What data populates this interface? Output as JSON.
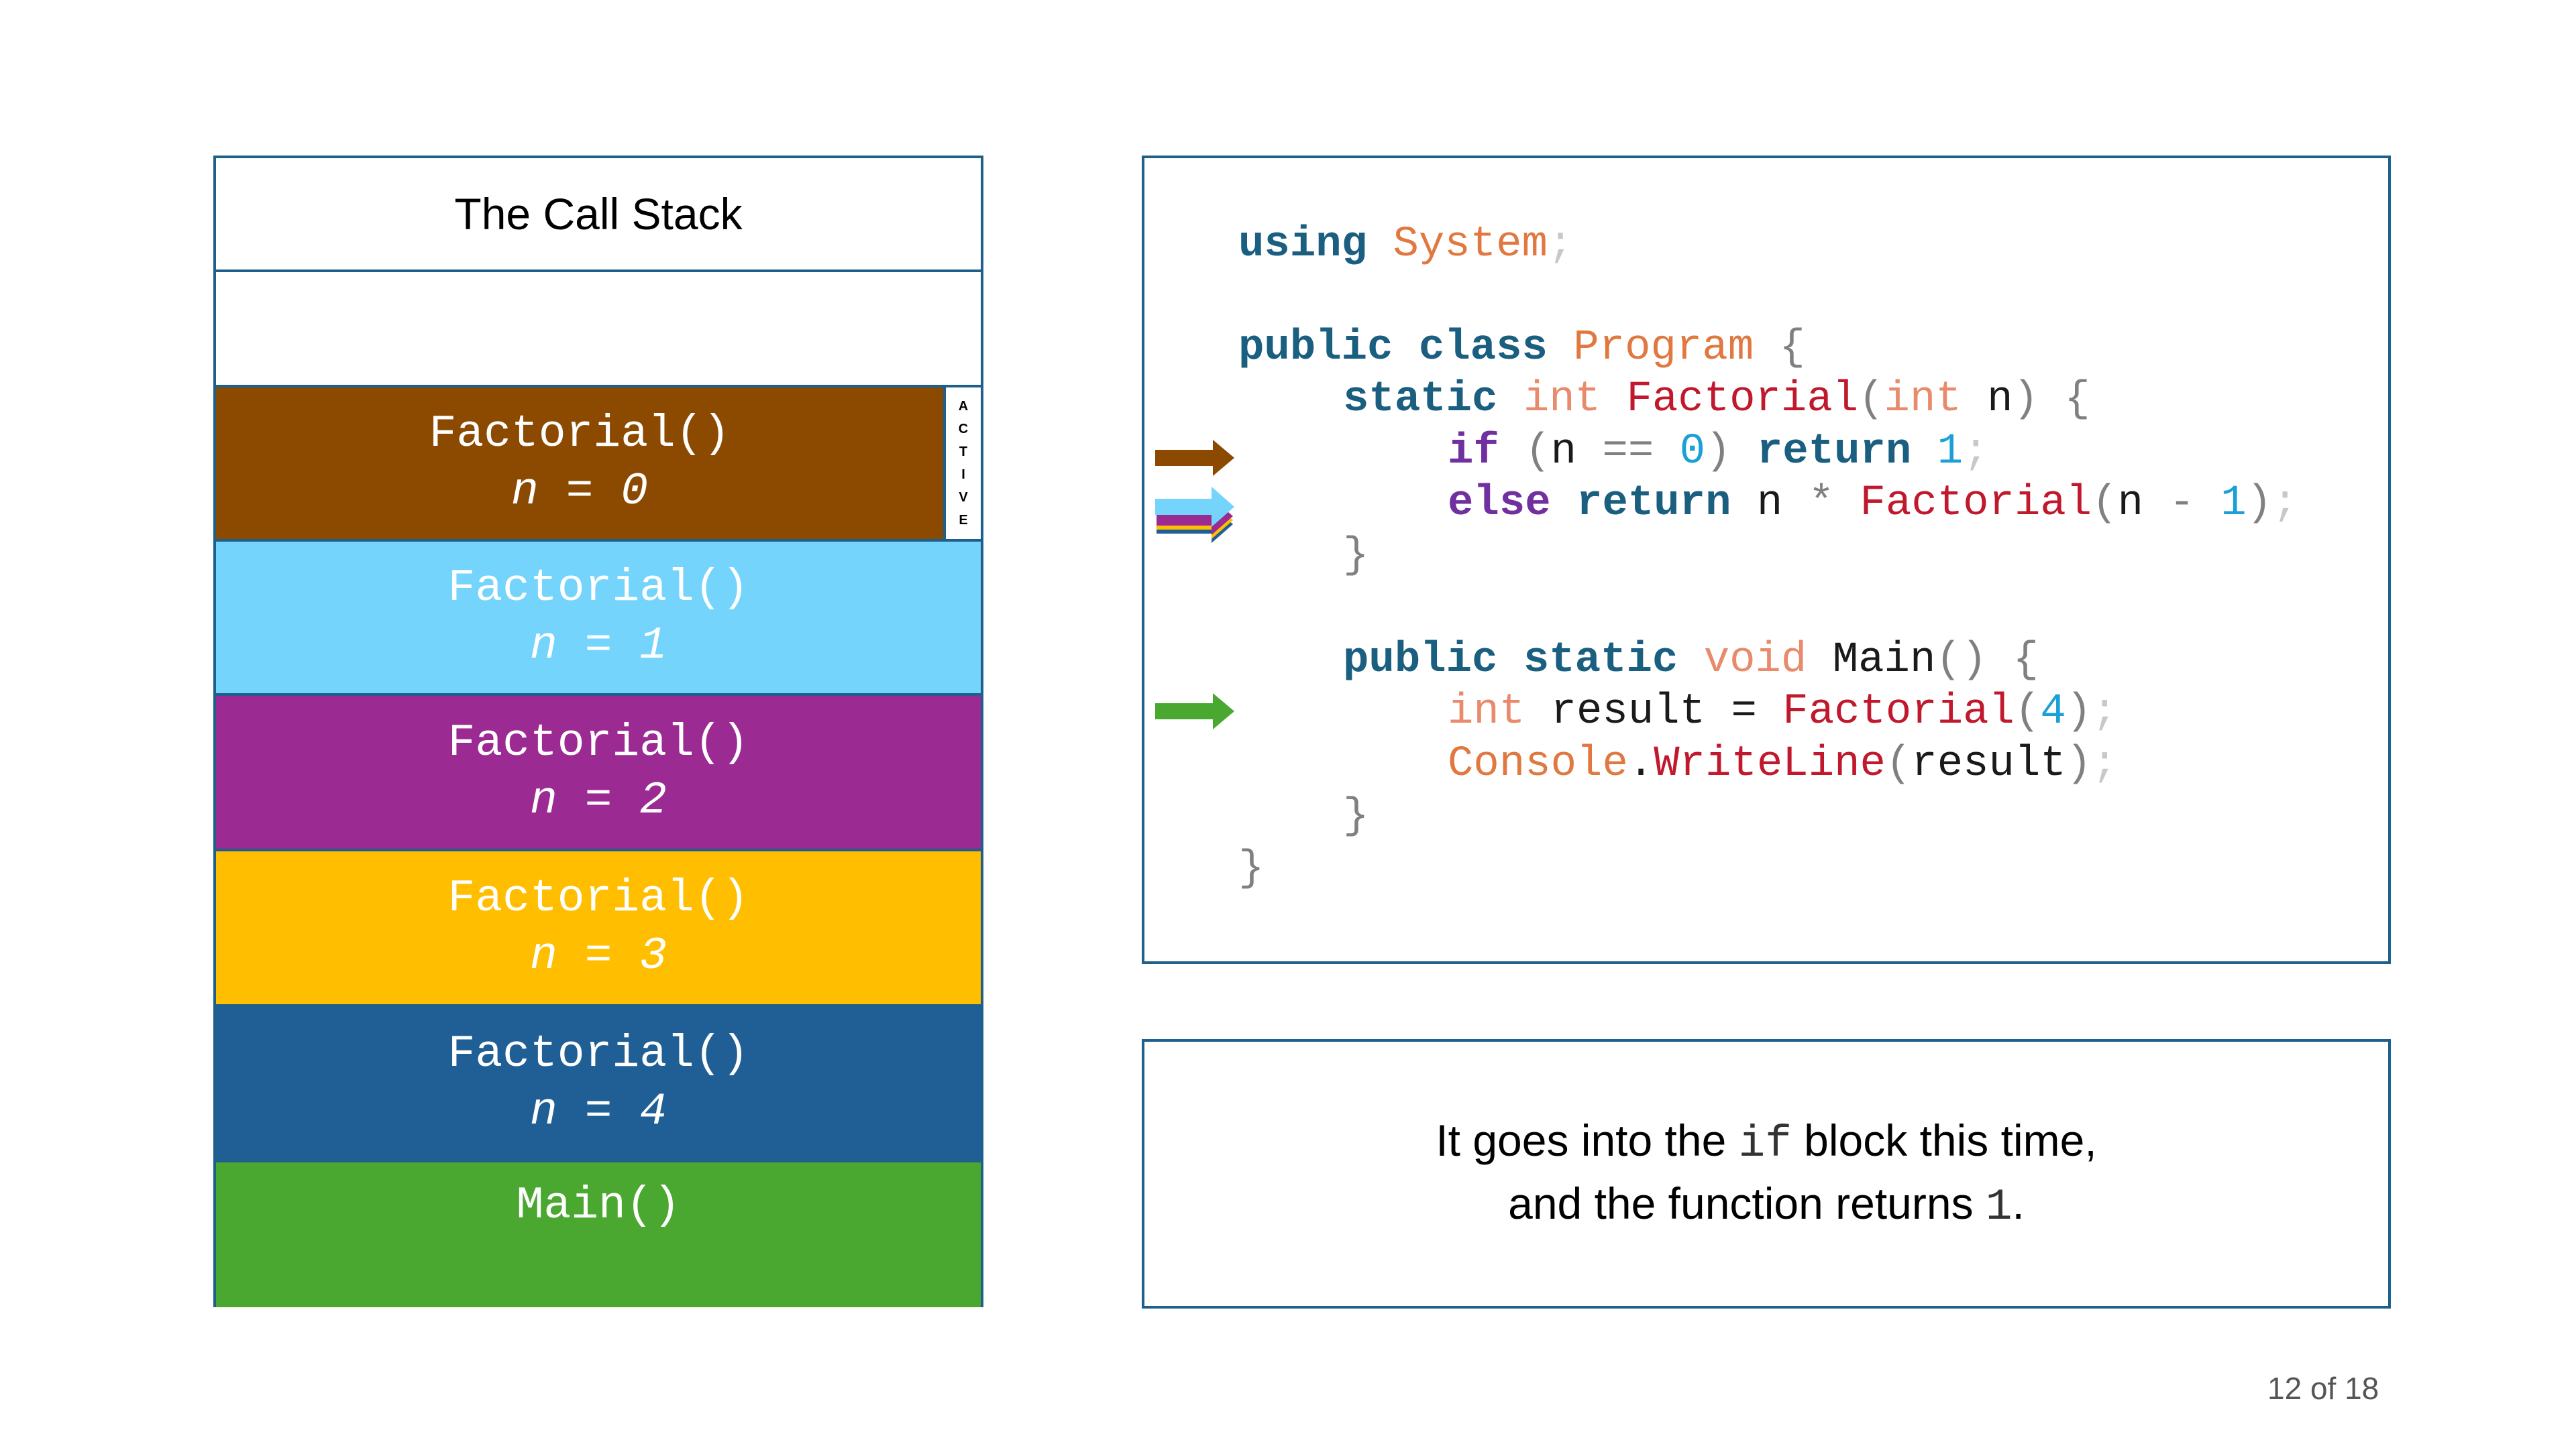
{
  "stack": {
    "title": "The Call Stack",
    "active_label": [
      "A",
      "C",
      "T",
      "I",
      "V",
      "E"
    ],
    "frames": [
      {
        "name": "Factorial()",
        "param": "n = 0",
        "color": "#8b4a00"
      },
      {
        "name": "Factorial()",
        "param": "n = 1",
        "color": "#74d4fc"
      },
      {
        "name": "Factorial()",
        "param": "n = 2",
        "color": "#9b2a93"
      },
      {
        "name": "Factorial()",
        "param": "n = 3",
        "color": "#ffbe00"
      },
      {
        "name": "Factorial()",
        "param": "n = 4",
        "color": "#1f5f96"
      },
      {
        "name": "Main()",
        "param": "",
        "color": "#4aa830"
      }
    ]
  },
  "code": {
    "using_kw": "using",
    "using_ns": "System",
    "semi": ";",
    "public": "public",
    "class": "class",
    "program": "Program",
    "static": "static",
    "int": "int",
    "factorial": "Factorial",
    "n": "n",
    "if": "if",
    "eq": "==",
    "zero": "0",
    "return": "return",
    "one": "1",
    "else": "else",
    "star": "*",
    "minus": "-",
    "void": "void",
    "main": "Main",
    "result": "result",
    "assign": "=",
    "four": "4",
    "console": "Console",
    "writeline": "WriteLine",
    "open_brace": "{",
    "close_brace": "}",
    "parens": "()"
  },
  "arrows": {
    "current_color": "#8b4a00",
    "stack_colors": [
      "#74d4fc",
      "#9b2a93",
      "#ffbe00",
      "#1f5f96"
    ],
    "main_color": "#4aa830"
  },
  "explain": {
    "line1_a": "It goes into the ",
    "line1_code": "if",
    "line1_b": " block this time,",
    "line2_a": "and the function returns ",
    "line2_code": "1",
    "line2_b": "."
  },
  "page": "12 of 18"
}
